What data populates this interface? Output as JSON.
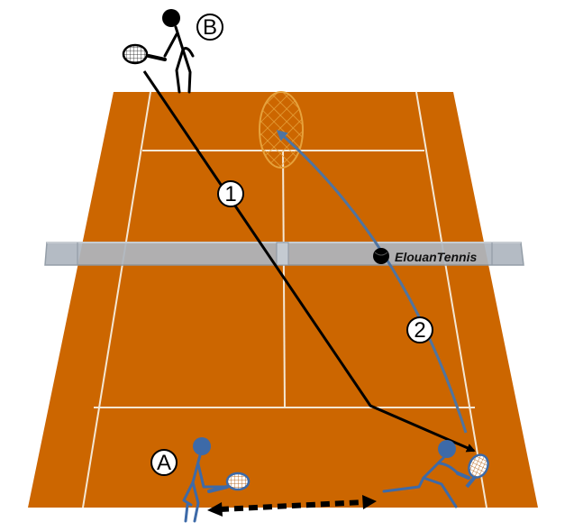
{
  "players": {
    "a": {
      "label": "A",
      "color": "#3d6aa8"
    },
    "b": {
      "label": "B",
      "color": "#000000"
    }
  },
  "shots": [
    {
      "label": "1",
      "color": "#000000"
    },
    {
      "label": "2",
      "color": "#4f74a0"
    }
  ],
  "brand": {
    "text": "ElouanTennis"
  },
  "colors": {
    "court": "#cc6600",
    "lines": "#f4e7d3",
    "net": "#aeb6bf",
    "target": "#e6a23c"
  }
}
